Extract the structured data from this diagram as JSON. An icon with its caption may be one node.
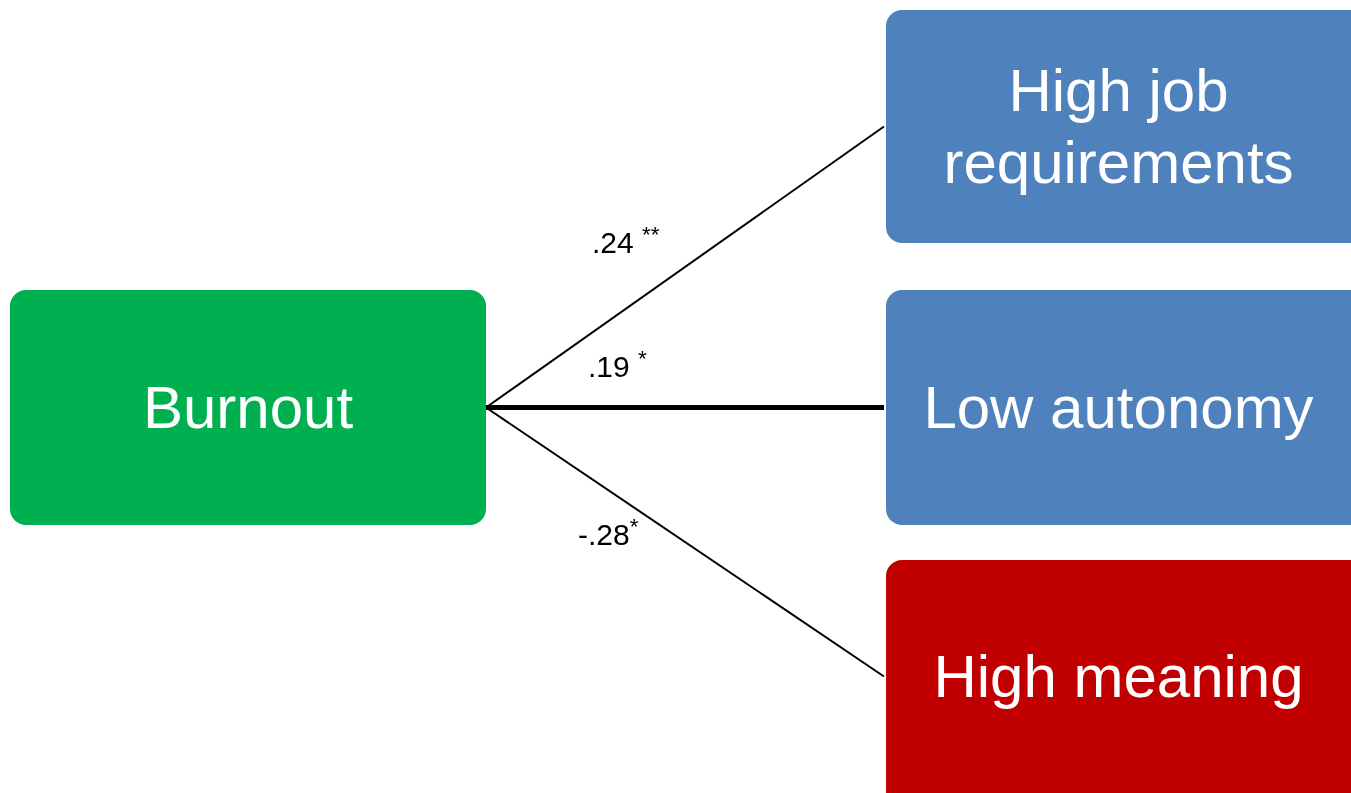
{
  "diagram": {
    "nodes": [
      {
        "text": [
          "Burnout"
        ]
      },
      {
        "text": [
          "High job requirements"
        ]
      },
      {
        "text": [
          "Low autonomy"
        ]
      },
      {
        "text": [
          "High meaning"
        ]
      }
    ],
    "edges": [
      {
        "from": 0,
        "to": 1,
        "arrow": "none",
        "label": ".24 $^{**}$"
      },
      {
        "from": 0,
        "to": 2,
        "arrow": "none",
        "label": ".19 $^{*}$",
        "style": "thick"
      },
      {
        "from": 0,
        "to": 3,
        "arrow": "none",
        "label": "-.28$^{*}$"
      }
    ]
  }
}
